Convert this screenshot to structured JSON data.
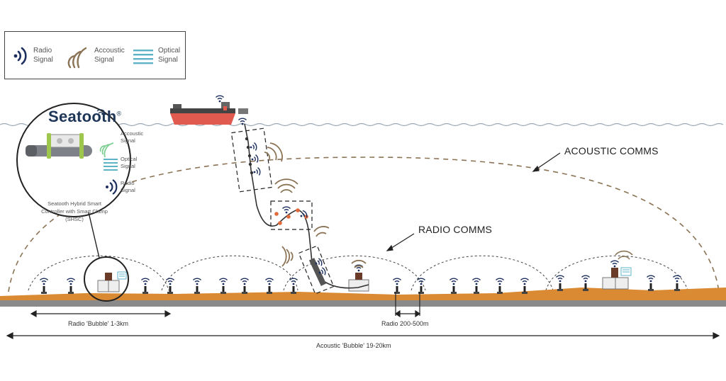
{
  "legend": {
    "radio_line1": "Radio",
    "radio_line2": "Signal",
    "acoustic_line1": "Accoustic",
    "acoustic_line2": "Signal",
    "optical_line1": "Optical",
    "optical_line2": "Signal"
  },
  "inset": {
    "brand": "Seatooth",
    "brand_mark": "®",
    "acoustic_line1": "Accoustic",
    "acoustic_line2": "Signal",
    "optical_line1": "Optical",
    "optical_line2": "Signal",
    "radio_line1": "Radio",
    "radio_line2": "Signal",
    "caption_line1": "Seatooth Hybrid Smart",
    "caption_line2": "Controller with Smart Clamp",
    "caption_line3": "(SHSC)"
  },
  "labels": {
    "acoustic_comms": "ACOUSTIC COMMS",
    "radio_comms": "RADIO COMMS",
    "radio_bubble": "Radio 'Bubble' 1-3km",
    "radio_spacing": "Radio 200-500m",
    "acoustic_bubble": "Acoustic 'Bubble' 19-20km"
  },
  "colors": {
    "radio": "#1d2f5e",
    "acoustic": "#8b7355",
    "optical": "#5fb3c8",
    "seabed": "#d98a33",
    "seabed_base": "#8a8a8a",
    "ship_hull": "#e05a4f",
    "sea_line": "#9aa7b2",
    "cable_node": "#e06a3a"
  }
}
